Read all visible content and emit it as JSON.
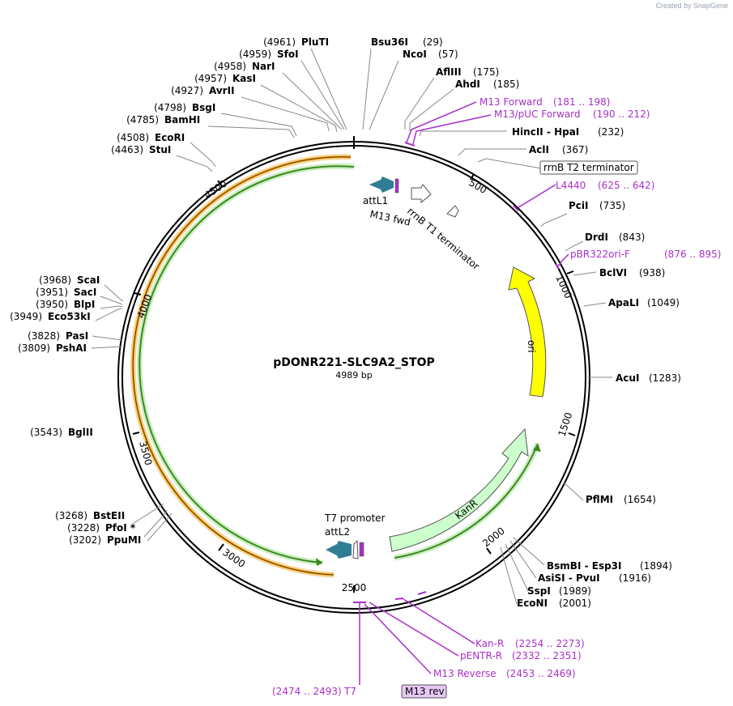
{
  "credit": "Created by SnapGene",
  "plasmid": {
    "name": "pDONR221-SLC9A2_STOP",
    "size_label": "4989 bp"
  },
  "ticks": [
    "500",
    "1000",
    "1500",
    "2000",
    "2500",
    "3000",
    "3500",
    "4000",
    "4500"
  ],
  "enzymes_left": [
    {
      "pos": "(4961)",
      "name": "PluTI"
    },
    {
      "pos": "(4959)",
      "name": "SfoI"
    },
    {
      "pos": "(4958)",
      "name": "NarI"
    },
    {
      "pos": "(4957)",
      "name": "KasI"
    },
    {
      "pos": "(4927)",
      "name": "AvrII"
    },
    {
      "pos": "(4798)",
      "name": "BsgI"
    },
    {
      "pos": "(4785)",
      "name": "BamHI"
    },
    {
      "pos": "(4508)",
      "name": "EcoRI"
    },
    {
      "pos": "(4463)",
      "name": "StuI"
    },
    {
      "pos": "(3968)",
      "name": "ScaI"
    },
    {
      "pos": "(3951)",
      "name": "SacI"
    },
    {
      "pos": "(3950)",
      "name": "BlpI"
    },
    {
      "pos": "(3949)",
      "name": "Eco53kI"
    },
    {
      "pos": "(3828)",
      "name": "PasI"
    },
    {
      "pos": "(3809)",
      "name": "PshAI"
    },
    {
      "pos": "(3543)",
      "name": "BglII"
    },
    {
      "pos": "(3268)",
      "name": "BstEII"
    },
    {
      "pos": "(3228)",
      "name": "PfoI *"
    },
    {
      "pos": "(3202)",
      "name": "PpuMI"
    }
  ],
  "enzymes_right": [
    {
      "name": "Bsu36I",
      "pos": "(29)"
    },
    {
      "name": "NcoI",
      "pos": "(57)"
    },
    {
      "name": "AflIII",
      "pos": "(175)"
    },
    {
      "name": "AhdI",
      "pos": "(185)"
    },
    {
      "name": "HincII  - HpaI",
      "pos": "(232)"
    },
    {
      "name": "AclI",
      "pos": "(367)"
    },
    {
      "name": "PciI",
      "pos": "(735)"
    },
    {
      "name": "DrdI",
      "pos": "(843)"
    },
    {
      "name": "BclVI",
      "pos": "(938)"
    },
    {
      "name": "ApaLI",
      "pos": "(1049)"
    },
    {
      "name": "AcuI",
      "pos": "(1283)"
    },
    {
      "name": "PflMI",
      "pos": "(1654)"
    },
    {
      "name": "BsmBI  - Esp3I",
      "pos": "(1894)"
    },
    {
      "name": "AsiSI  - PvuI",
      "pos": "(1916)"
    },
    {
      "name": "SspI",
      "pos": "(1989)"
    },
    {
      "name": "EcoNI",
      "pos": "(2001)"
    }
  ],
  "primers": [
    {
      "name": "M13 Forward",
      "range": "(181 .. 198)"
    },
    {
      "name": "M13/pUC Forward",
      "range": "(190 .. 212)"
    },
    {
      "name": "L4440",
      "range": "(625 .. 642)"
    },
    {
      "name": "pBR322ori-F",
      "range": "(876 .. 895)"
    },
    {
      "name": "Kan-R",
      "range": "(2254 .. 2273)"
    },
    {
      "name": "pENTR-R",
      "range": "(2332 .. 2351)"
    },
    {
      "name": "M13 Reverse",
      "range": "(2453 .. 2469)"
    },
    {
      "name": "T7",
      "range": "(2474 .. 2493)"
    }
  ],
  "boxed_labels": {
    "terminator": "rrnB T2 terminator",
    "m13rev": "M13 rev"
  },
  "features": {
    "attL1": "attL1",
    "m13fwd": "M13 fwd",
    "rrnb_t1": "rrnB T1 terminator",
    "ori": "ori",
    "kanr": "KanR",
    "t7": "T7 promoter",
    "attL2": "attL2"
  },
  "colors": {
    "ori": "#ffff00",
    "kanr": "#ccffcc",
    "att": "#2f7d95",
    "primer": "#a830c8",
    "insert_orange": "#f5a623",
    "insert_green": "#3a8a1c",
    "m13rev_box": "#e6c8f3"
  }
}
